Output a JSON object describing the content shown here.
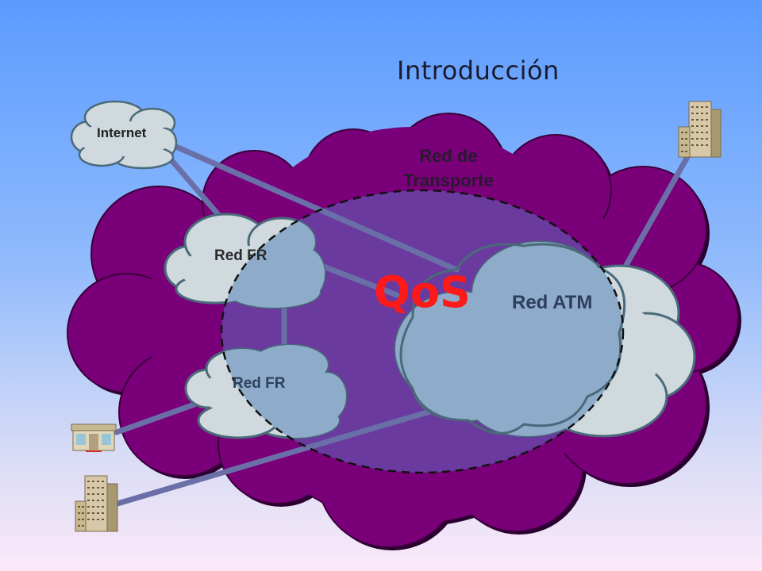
{
  "title": "Introducción",
  "labels": {
    "internet": "Internet",
    "transport_network": "Red de Transporte",
    "fr_network_1": "Red FR",
    "fr_network_2": "Red FR",
    "atm_network": "Red ATM",
    "qos": "QoS"
  },
  "icons": {
    "building_top_right": "office-building-icon",
    "storefront": "storefront-icon",
    "building_bottom_left": "office-building-icon"
  },
  "colors": {
    "transport_cloud": "#7a007a",
    "qos_zone": "#6a3a9e",
    "network_cloud": "#cfd9de",
    "link": "#6a6fa8",
    "qos_text": "#ff1a1a"
  }
}
